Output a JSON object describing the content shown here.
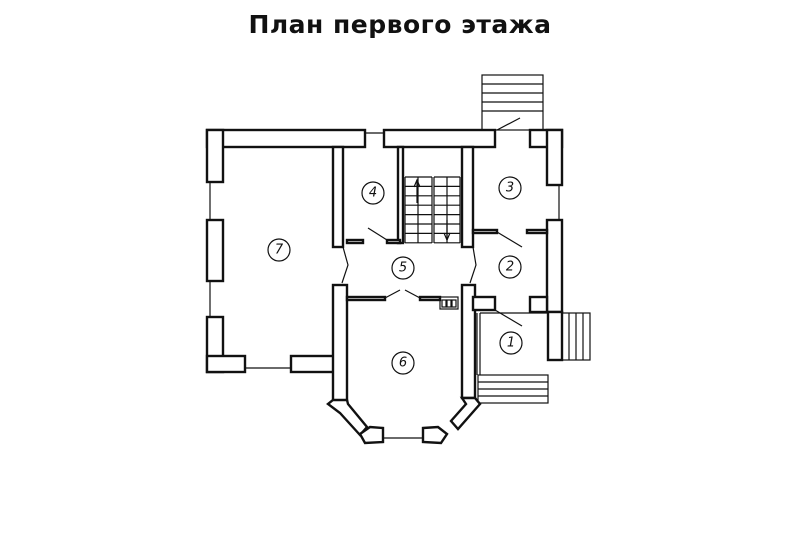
{
  "title": "План первого этажа",
  "rooms": [
    {
      "number": "1"
    },
    {
      "number": "2"
    },
    {
      "number": "3"
    },
    {
      "number": "4"
    },
    {
      "number": "5"
    },
    {
      "number": "6"
    },
    {
      "number": "7"
    }
  ]
}
